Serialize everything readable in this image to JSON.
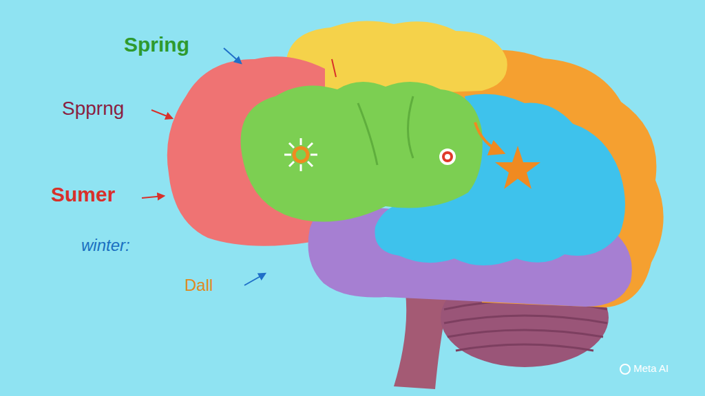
{
  "diagram": {
    "labels": [
      "Spring",
      "Spprng",
      "Sumer",
      "winter:",
      "Dall",
      "Meta AI"
    ]
  }
}
